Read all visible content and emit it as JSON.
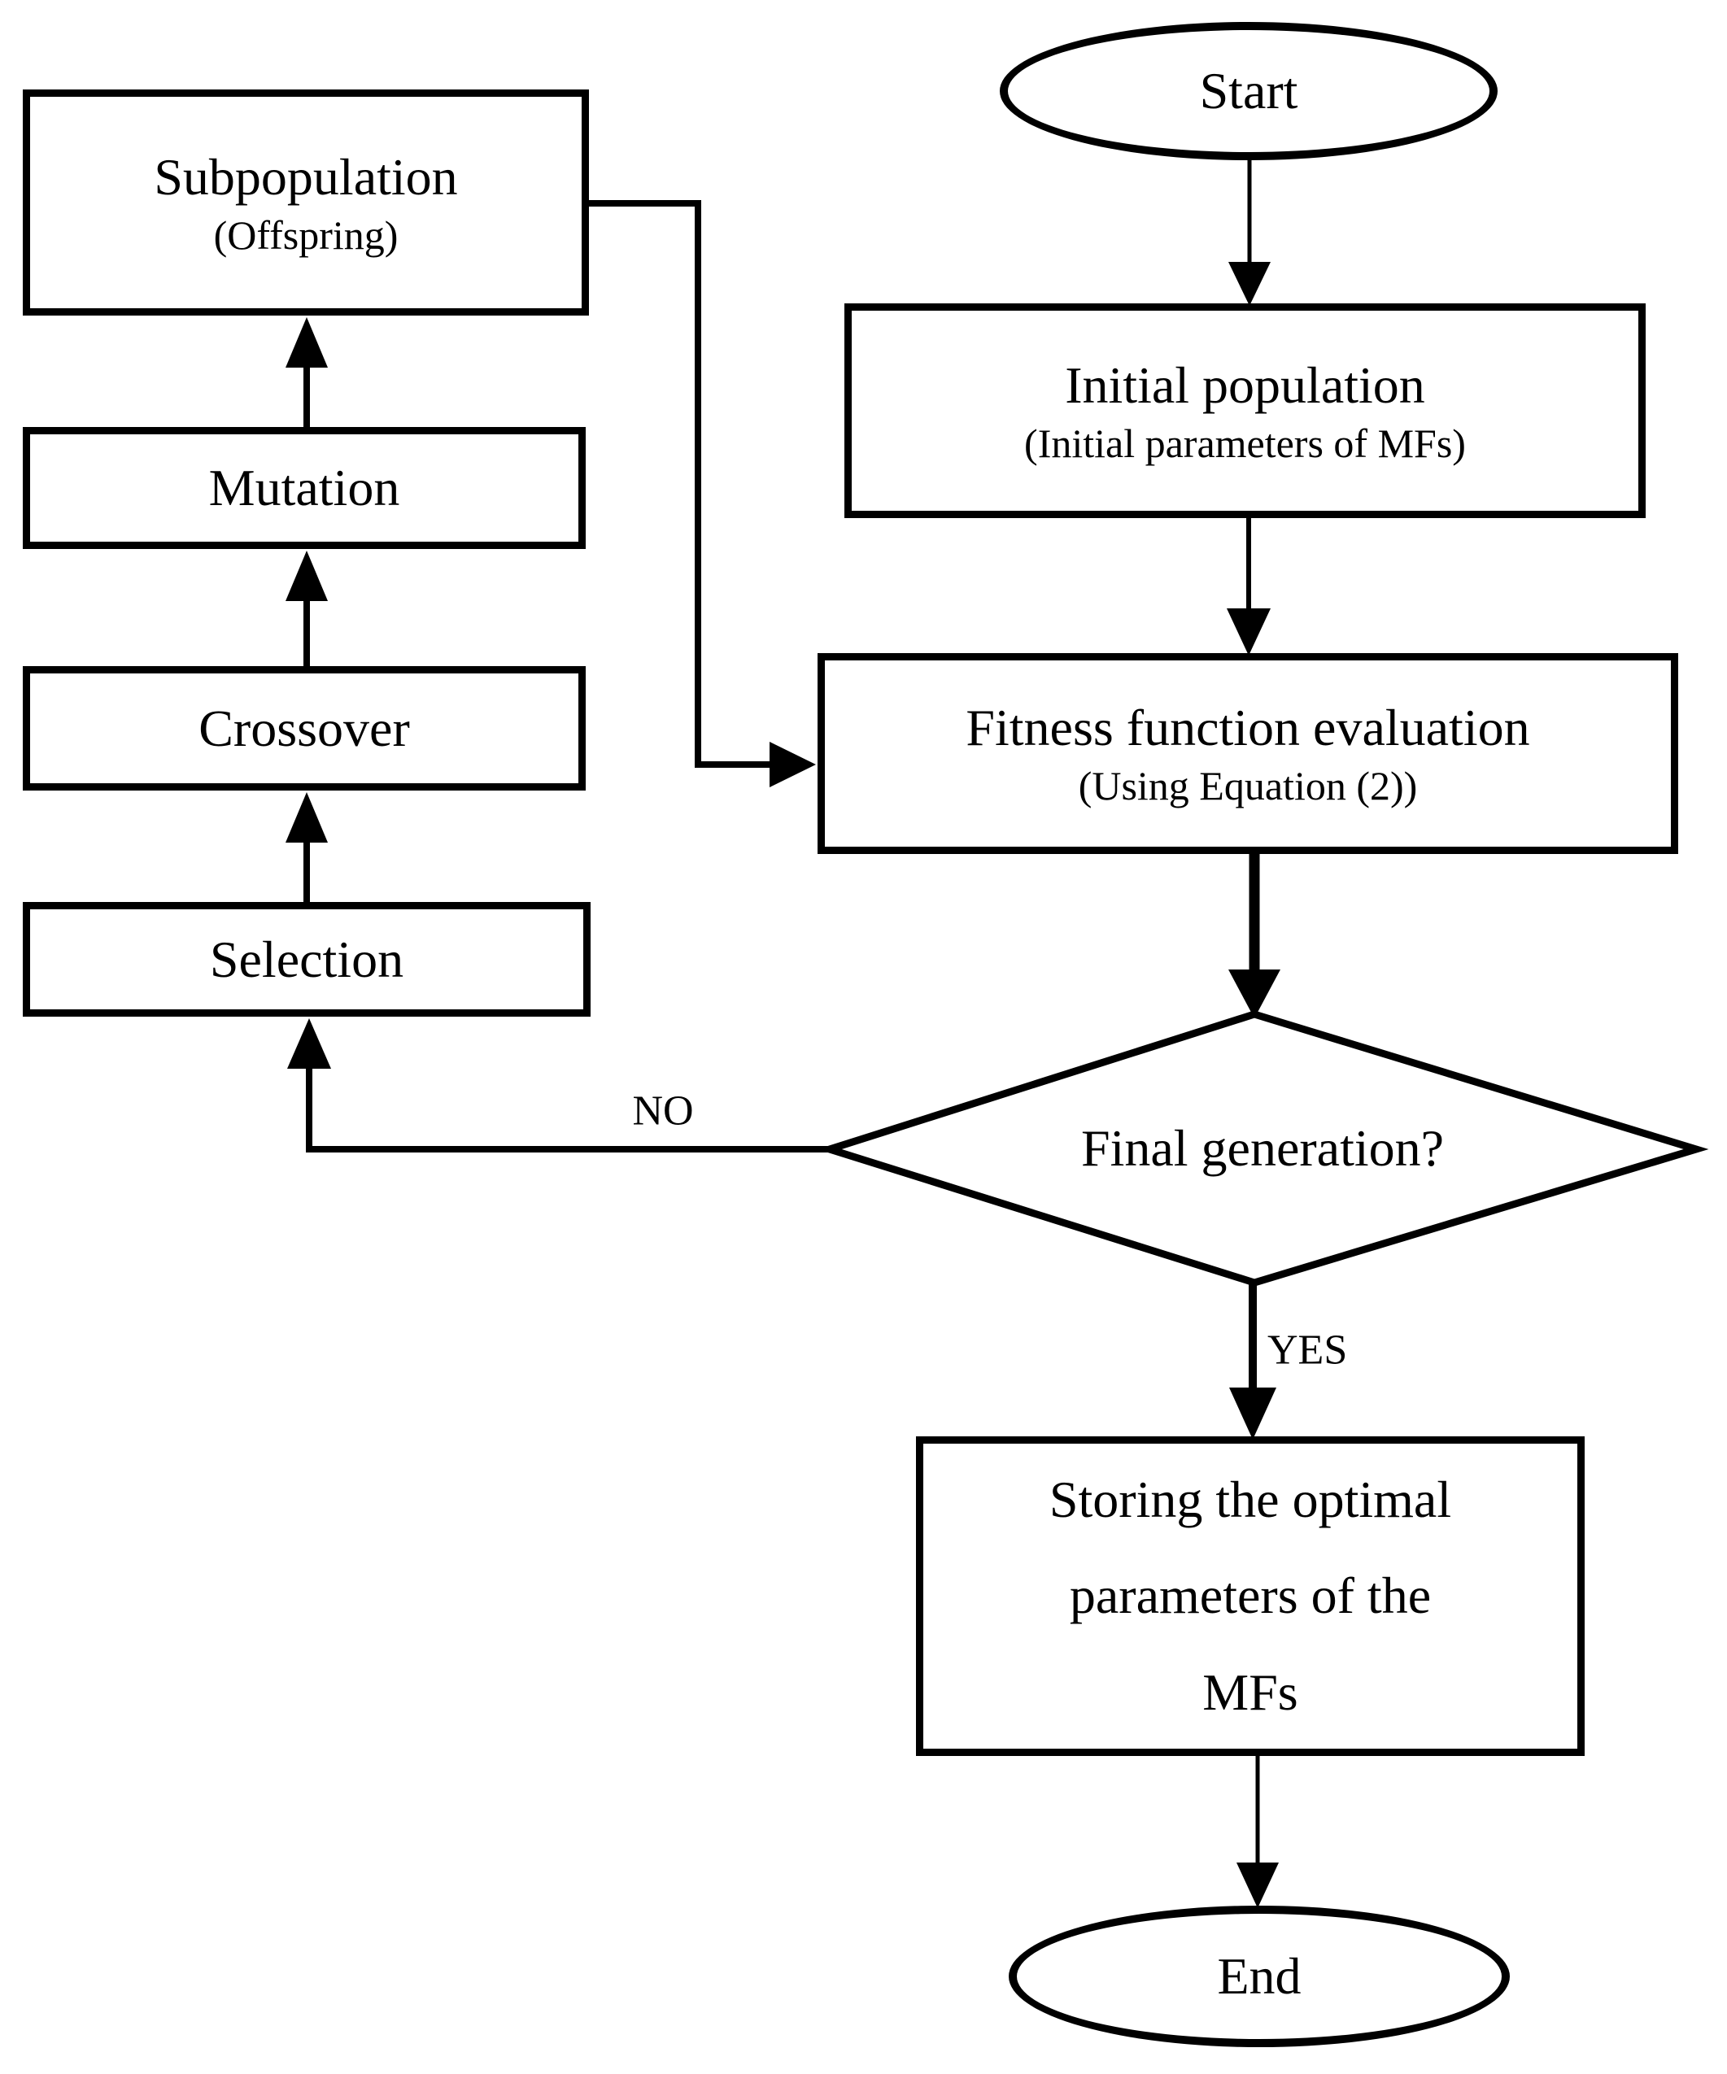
{
  "colors": {
    "ink": "#000000",
    "paper": "#ffffff"
  },
  "nodes": {
    "start": {
      "label": "Start"
    },
    "initial_population": {
      "lines": [
        "Initial population",
        "(Initial parameters of MFs)"
      ]
    },
    "fitness_evaluation": {
      "lines": [
        "Fitness function evaluation",
        "(Using Equation (2))"
      ]
    },
    "final_generation": {
      "label": "Final generation?"
    },
    "storing": {
      "lines": [
        "Storing the optimal",
        "parameters of the",
        "MFs"
      ]
    },
    "end": {
      "label": "End"
    },
    "subpopulation": {
      "lines": [
        "Subpopulation",
        "(Offspring)"
      ]
    },
    "mutation": {
      "label": "Mutation"
    },
    "crossover": {
      "label": "Crossover"
    },
    "selection": {
      "label": "Selection"
    }
  },
  "edge_labels": {
    "no": "NO",
    "yes": "YES"
  }
}
